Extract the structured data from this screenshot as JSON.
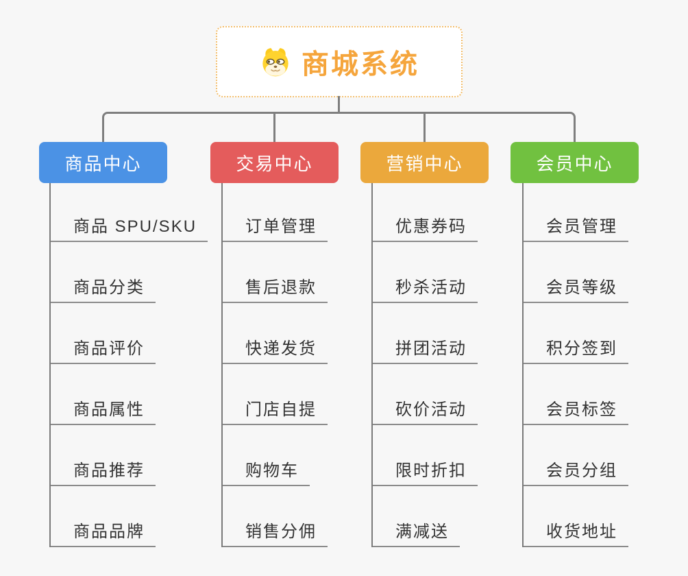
{
  "canvas": {
    "background_color": "#F7F7F7",
    "connector_color": "#7F7F7F",
    "underline_color": "#8B8B8B"
  },
  "root": {
    "title": "商城系统",
    "icon": "dog-face-icon",
    "text_color": "#F5A53C",
    "border_color": "#F3BE6C"
  },
  "branches": [
    {
      "label": "商品中心",
      "color": "#4B92E5",
      "items": [
        "商品 SPU/SKU",
        "商品分类",
        "商品评价",
        "商品属性",
        "商品推荐",
        "商品品牌"
      ]
    },
    {
      "label": "交易中心",
      "color": "#E45C5C",
      "items": [
        "订单管理",
        "售后退款",
        "快递发货",
        "门店自提",
        "购物车",
        "销售分佣"
      ]
    },
    {
      "label": "营销中心",
      "color": "#EBA83C",
      "items": [
        "优惠券码",
        "秒杀活动",
        "拼团活动",
        "砍价活动",
        "限时折扣",
        "满减送"
      ]
    },
    {
      "label": "会员中心",
      "color": "#71C140",
      "items": [
        "会员管理",
        "会员等级",
        "积分签到",
        "会员标签",
        "会员分组",
        "收货地址"
      ]
    }
  ]
}
